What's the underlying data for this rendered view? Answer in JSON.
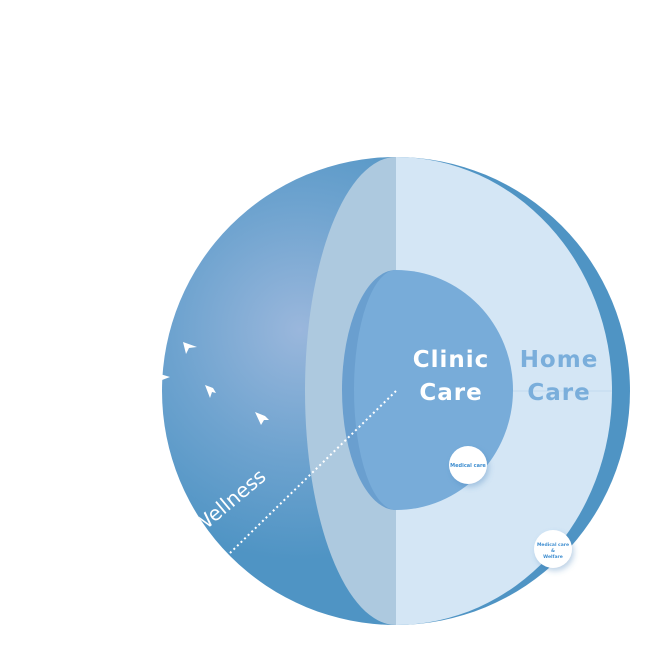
{
  "layers": {
    "wellness": {
      "label": "Wellness"
    },
    "clinic": {
      "line1": "Clinic",
      "line2": "Care"
    },
    "home": {
      "line1": "Home",
      "line2": "Care"
    }
  },
  "badges": {
    "medical": {
      "label": "Medical care"
    },
    "welfare": {
      "line1": "Medical care",
      "line2": "&",
      "line3": "Welfare"
    }
  },
  "colors": {
    "outer": "#4f94c4",
    "outer_light": "#9ab7dc",
    "middle_left": "#adc9df",
    "middle_right": "#d4e6f5",
    "core": "#78acd9",
    "home_text": "#7aaedb",
    "badge_text": "#3f8ed0"
  }
}
